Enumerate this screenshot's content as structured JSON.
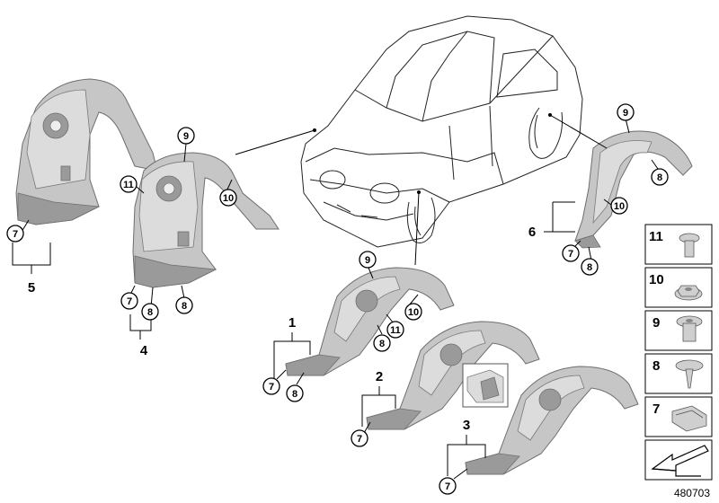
{
  "diagram": {
    "reference_number": "480703",
    "group_labels": [
      "1",
      "2",
      "3",
      "4",
      "5",
      "6"
    ],
    "callouts": {
      "c1": "9",
      "c2": "11",
      "c3": "10",
      "c4": "7",
      "c5": "7",
      "c6": "8",
      "c7": "8",
      "c8": "9",
      "c9": "10",
      "c10": "11",
      "c11": "8",
      "c12": "7",
      "c13": "8",
      "c14": "7",
      "c15": "7",
      "c16": "9",
      "c17": "8",
      "c18": "10",
      "c19": "7",
      "c20": "8"
    },
    "legend": {
      "items": [
        {
          "number": "11",
          "part": "expanding-rivet"
        },
        {
          "number": "10",
          "part": "flange-nut"
        },
        {
          "number": "9",
          "part": "plastic-nut"
        },
        {
          "number": "8",
          "part": "screw"
        },
        {
          "number": "7",
          "part": "spring-nut"
        }
      ],
      "direction_icon": "arrow-icon"
    },
    "colors": {
      "line": "#000000",
      "liner": "#c6c6c6",
      "liner_dark": "#9a9a9a",
      "background": "#ffffff"
    }
  }
}
